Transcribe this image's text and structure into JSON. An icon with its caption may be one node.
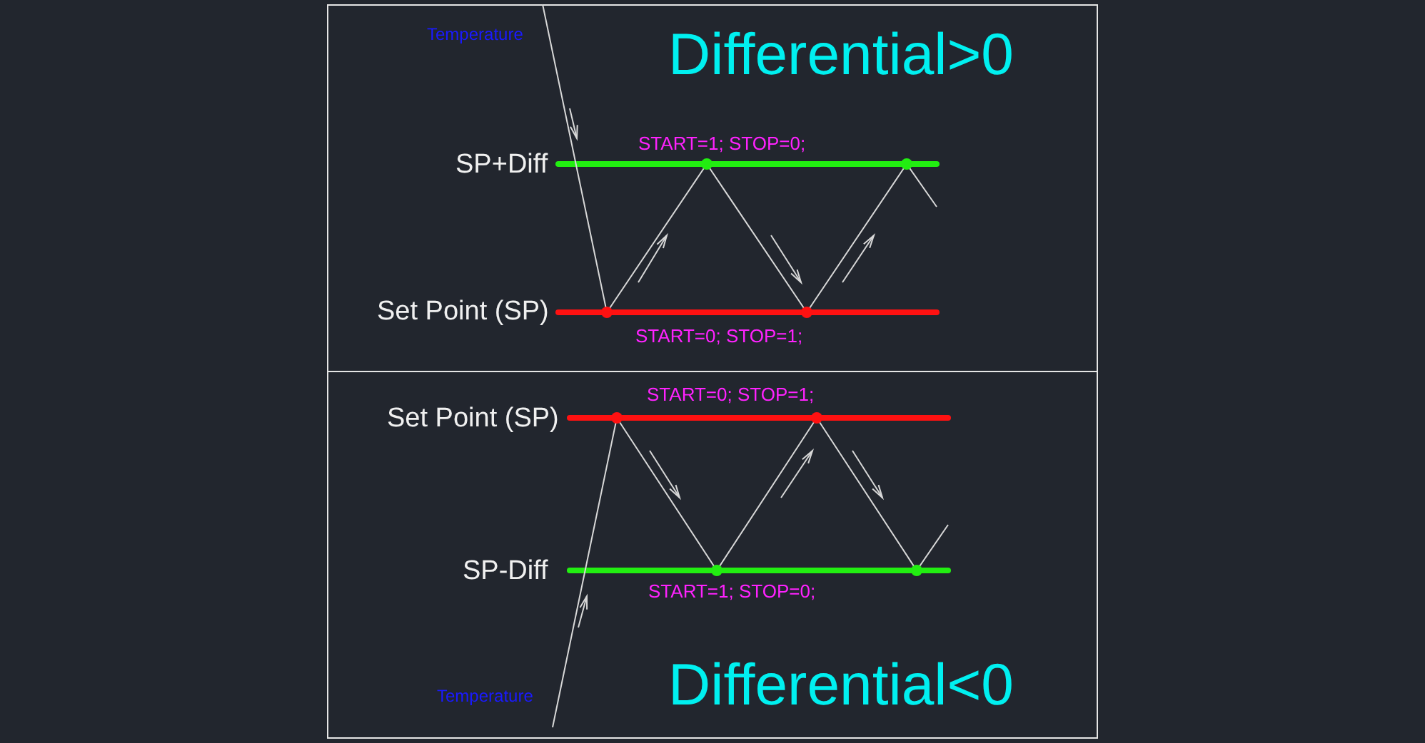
{
  "diagram": {
    "labels": [
      "Temperature",
      "Differential>0",
      "START=1; STOP=0;",
      "SP+Diff",
      "Set Point (SP)",
      "START=0; STOP=1;",
      "START=0; STOP=1;",
      "Set Point (SP)",
      "SP-Diff",
      "START=1; STOP=0;",
      "Temperature",
      "Differential<0"
    ]
  }
}
